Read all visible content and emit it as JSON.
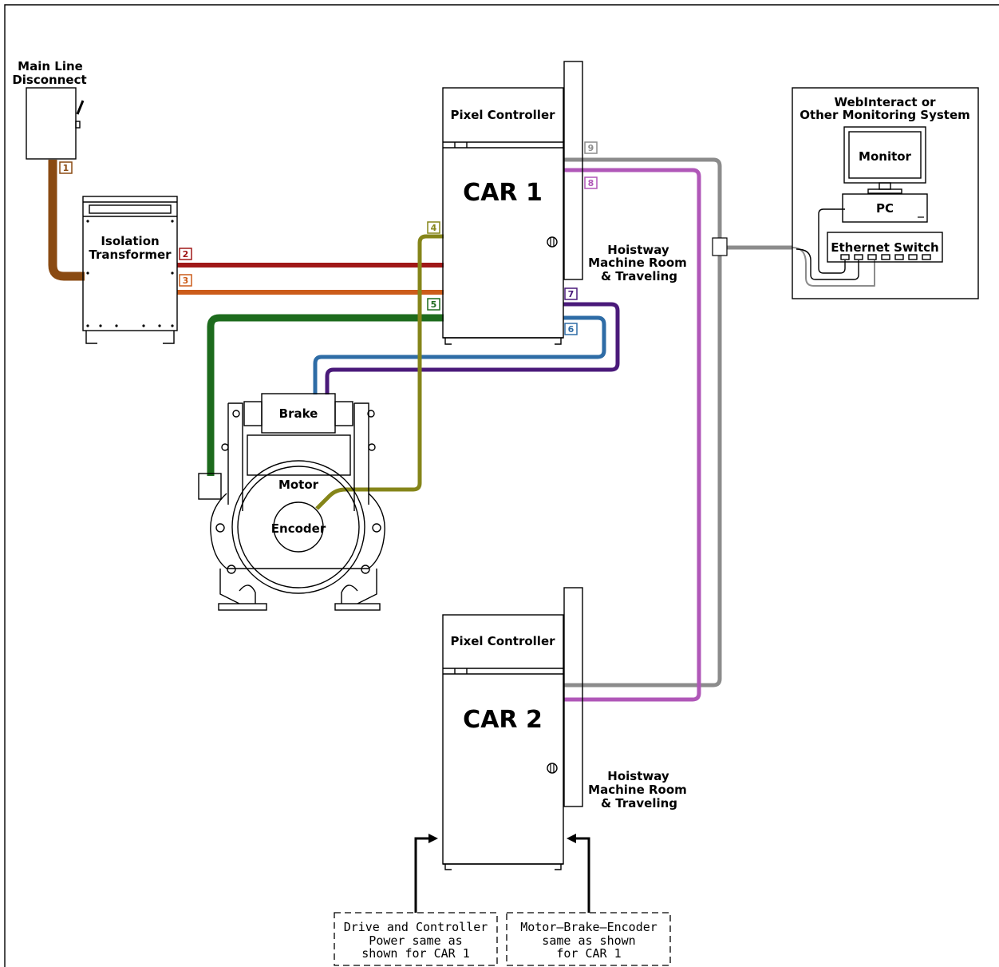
{
  "labels": {
    "main_line_1": "Main Line",
    "main_line_2": "Disconnect",
    "isolation_1": "Isolation",
    "isolation_2": "Transformer",
    "pixel_controller_1": "Pixel Controller",
    "pixel_controller_2": "Pixel Controller",
    "car1": "CAR 1",
    "car2": "CAR 2",
    "hoistway_1a": "Hoistway",
    "hoistway_1b": "Machine Room",
    "hoistway_1c": "& Traveling",
    "hoistway_2a": "Hoistway",
    "hoistway_2b": "Machine Room",
    "hoistway_2c": "& Traveling",
    "webinteract_1": "WebInteract or",
    "webinteract_2": "Other Monitoring System",
    "monitor": "Monitor",
    "pc": "PC",
    "ethernet_switch": "Ethernet Switch",
    "brake": "Brake",
    "motor": "Motor",
    "encoder": "Encoder",
    "note_left_1": "Drive and Controller",
    "note_left_2": "Power same as",
    "note_left_3": "shown for CAR 1",
    "note_right_1": "Motor—Brake—Encoder",
    "note_right_2": "same as shown",
    "note_right_3": "for CAR 1"
  },
  "cables": [
    {
      "number": "1",
      "color": "#8a4a12"
    },
    {
      "number": "2",
      "color": "#a01818"
    },
    {
      "number": "3",
      "color": "#cc5c1a"
    },
    {
      "number": "4",
      "color": "#858519"
    },
    {
      "number": "5",
      "color": "#1d6b1d"
    },
    {
      "number": "6",
      "color": "#2e6ca6"
    },
    {
      "number": "7",
      "color": "#4a1a7a"
    },
    {
      "number": "8",
      "color": "#b057b8"
    },
    {
      "number": "9",
      "color": "#8c8c8c"
    }
  ]
}
